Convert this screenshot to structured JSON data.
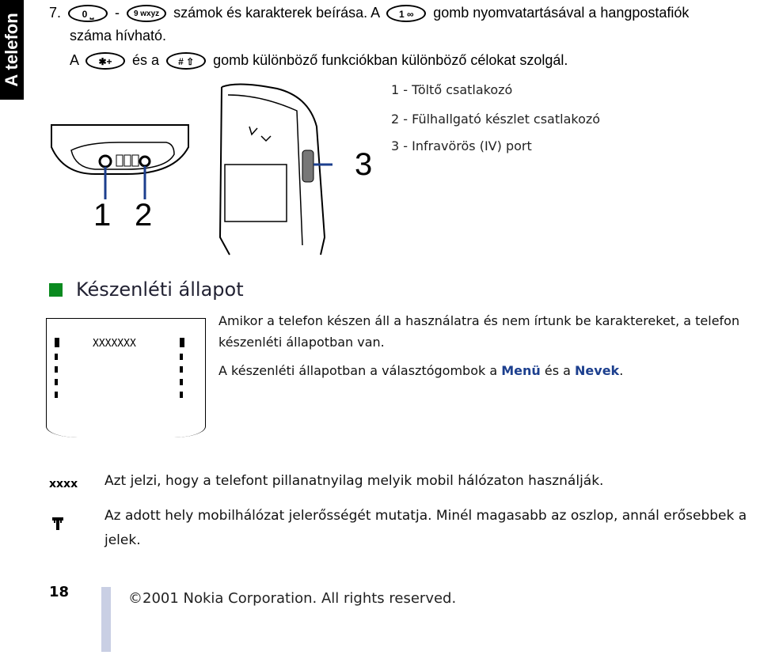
{
  "side_tab": {
    "label": "A telefon"
  },
  "intro": {
    "line1": {
      "num": "7.",
      "key_zero": "0 ⎵",
      "dash": "-",
      "key_nine": "9 wxyz",
      "text_a": "számok és karakterek beírása. A",
      "key_one": "1 ∞",
      "text_b": "gomb nyomvatartásával a hangpostafiók"
    },
    "line2": "száma hívható.",
    "line3": {
      "a": "A",
      "key_star": "✱+",
      "and": "és a",
      "key_hash": "# ⇧",
      "text": "gomb különböző funkciókban különböző célokat szolgál."
    }
  },
  "legend": [
    {
      "num": "1",
      "sep": " - ",
      "text": "Töltő csatlakozó"
    },
    {
      "num": "2",
      "sep": " - ",
      "text": "Fülhallgató készlet csatlakozó"
    },
    {
      "num": "3",
      "sep": " - ",
      "text": "Infravörös (IV) port"
    }
  ],
  "callouts": {
    "one": "1",
    "two": "2",
    "three": "3"
  },
  "section": {
    "heading": "Készenléti állapot",
    "screen_label": "XXXXXXX",
    "para1": "Amikor a telefon készen áll a használatra és nem írtunk be karaktereket, a telefon készenléti állapotban van.",
    "para2": {
      "a": "A készenléti állapotban a választógombok a ",
      "menu": "Menü",
      "and": " és a ",
      "names": "Nevek",
      "end": "."
    }
  },
  "rows": [
    {
      "symbol": "xxxx",
      "text": "Azt jelzi, hogy a telefont pillanatnyilag melyik mobil hálózaton használják."
    },
    {
      "symbol": "signal-icon",
      "text": "Az adott hely mobilhálózat jelerősségét mutatja. Minél magasabb az oszlop, annál erősebbek a jelek."
    }
  ],
  "footer": {
    "page": "18",
    "copyright": "©2001 Nokia Corporation. All rights reserved."
  },
  "colors": {
    "heading_square": "#0a8a1f",
    "link": "#1c3f8e",
    "footer_bar": "#c9cfe4"
  }
}
